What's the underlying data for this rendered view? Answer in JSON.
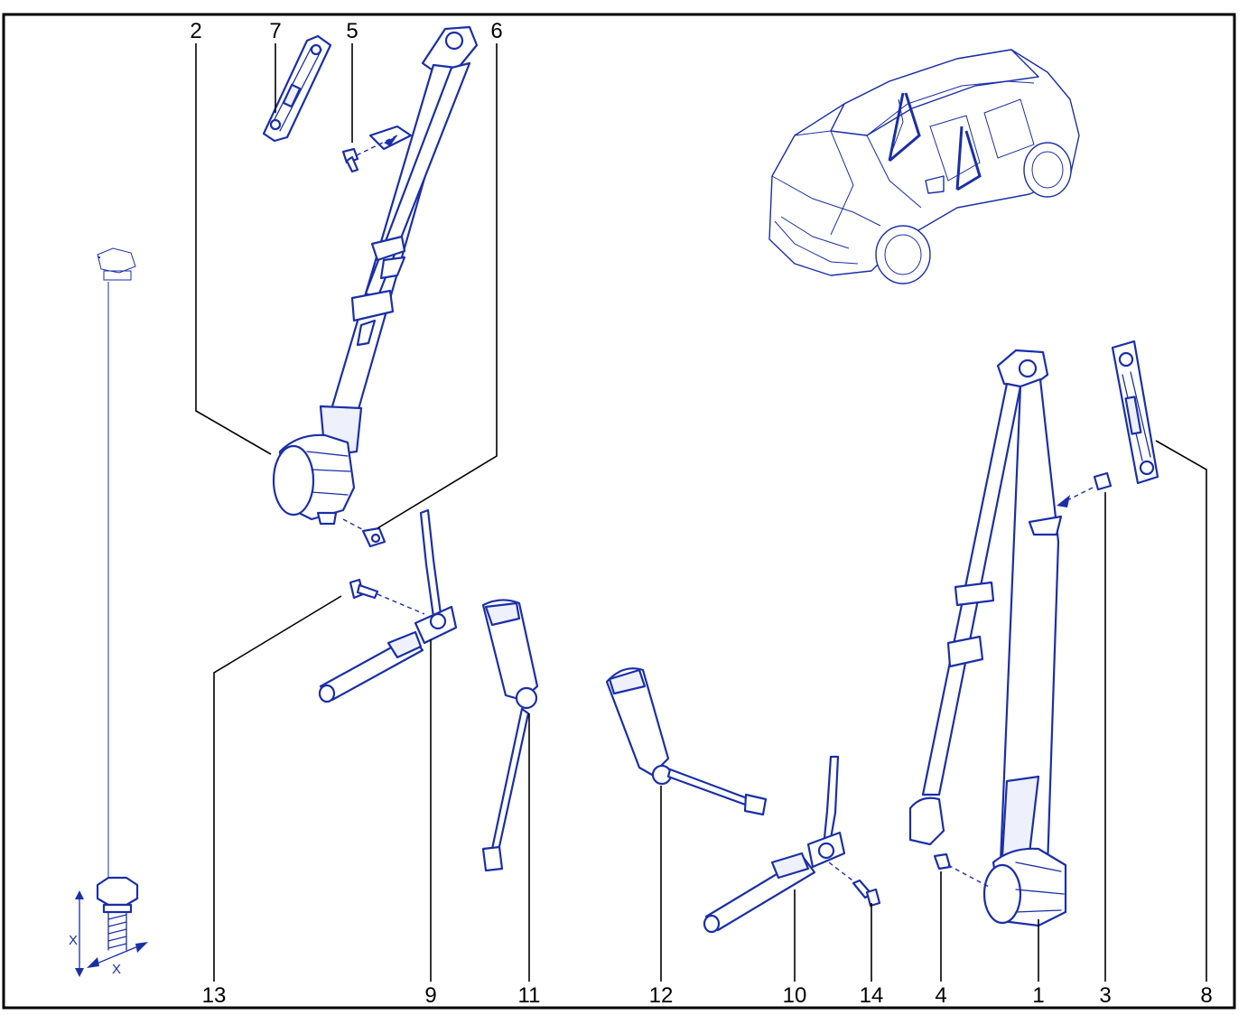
{
  "colors": {
    "line": "#1a2fa8",
    "text": "#000000",
    "border": "#000000",
    "background": "#ffffff"
  },
  "callouts": {
    "c1": "1",
    "c2": "2",
    "c3": "3",
    "c4": "4",
    "c5": "5",
    "c6": "6",
    "c7": "7",
    "c8": "8",
    "c9": "9",
    "c10": "10",
    "c11": "11",
    "c12": "12",
    "c13": "13",
    "c14": "14"
  },
  "torque_symbol": {
    "label_vertical": "X",
    "label_horizontal": "X"
  },
  "icons": [
    "car-overview-icon",
    "bolt-torque-icon"
  ]
}
